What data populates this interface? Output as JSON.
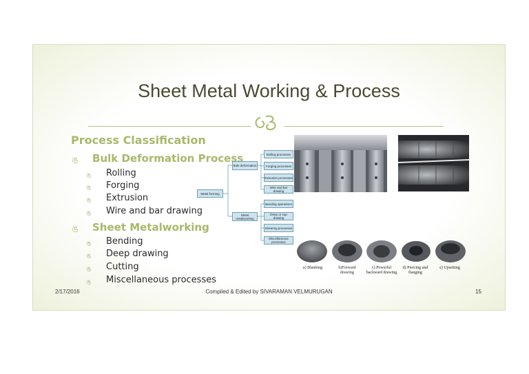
{
  "slide": {
    "title": "Sheet Metal Working & Process",
    "heading": "Process Classification",
    "sections": [
      {
        "label": "Bulk Deformation Process",
        "items": [
          "Rolling",
          "Forging",
          "Extrusion",
          "Wire and bar drawing"
        ]
      },
      {
        "label": "Sheet Metalworking",
        "items": [
          "Bending",
          "Deep drawing",
          "Cutting",
          "Miscellaneous processes"
        ]
      }
    ],
    "footer": {
      "date": "2/17/2016",
      "credit": "Compiled & Edited by SIVARAMAN VELMURUGAN",
      "page": "15"
    }
  },
  "diagram": {
    "root": "Metal forming",
    "branches": [
      {
        "label": "Bulk deformation",
        "children": [
          "Rolling processes",
          "Forging processes",
          "Extrusion processes",
          "Wire and bar drawing"
        ]
      },
      {
        "label": "Sheet metalworking",
        "children": [
          "Bending operations",
          "Deep or cup drawing",
          "Shearing processes",
          "Miscellaneous processes"
        ]
      }
    ]
  },
  "figure": {
    "captions": [
      "a) Blanking",
      "b)Forward drawing",
      "c) Powerful backward drawing",
      "d) Piercing and flanging",
      "e) Upsetting"
    ]
  },
  "colors": {
    "accent": "#a8b86a",
    "title": "#4a4a32",
    "box_fill": "#cfe3ec",
    "box_border": "#6aa0b8"
  }
}
